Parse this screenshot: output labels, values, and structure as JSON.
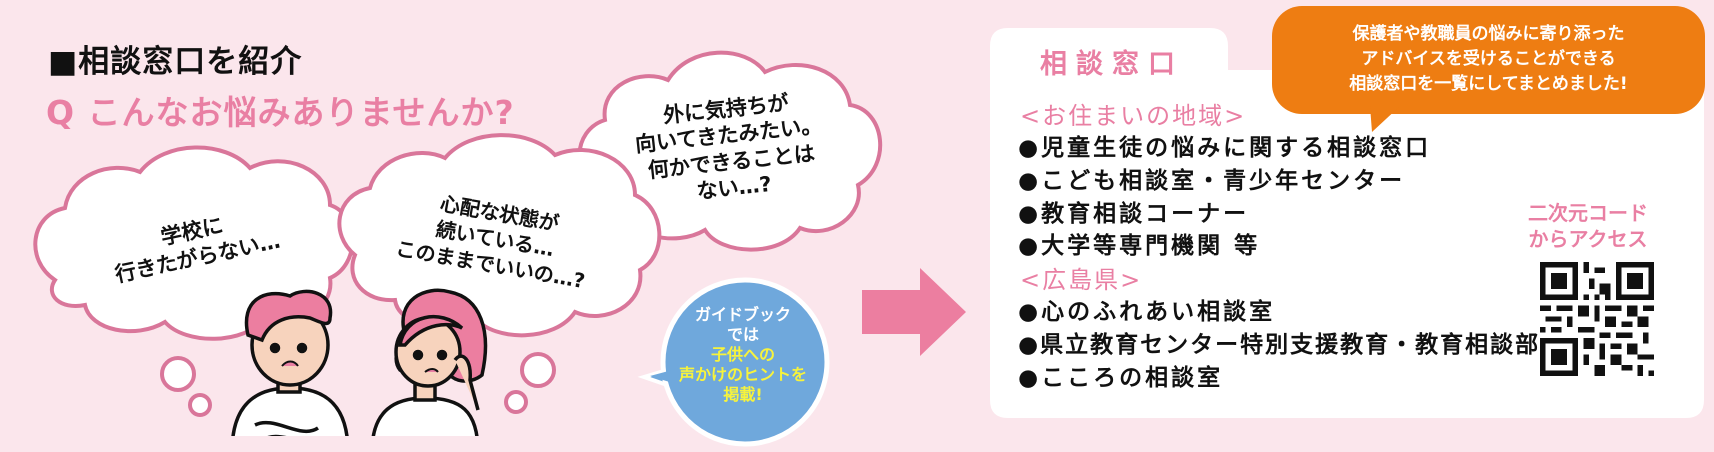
{
  "header": {
    "title": "■相談窓口を紹介",
    "question": "Q こんなお悩みありませんか?"
  },
  "thoughts": [
    {
      "lines": [
        "学校に",
        "行きたがらない…"
      ]
    },
    {
      "lines": [
        "心配な状態が",
        "続いている…",
        "このままでいいの…?"
      ]
    },
    {
      "lines": [
        "外に気持ちが",
        "向いてきたみたい。",
        "何かできることは",
        "ない…?"
      ]
    }
  ],
  "guidebook_bubble": {
    "line1": "ガイドブック",
    "line2": "では",
    "highlight_lines": [
      "子供への",
      "声かけのヒントを",
      "掲載!"
    ],
    "colors": {
      "fill": "#6fa8dc",
      "text": "#ffffff",
      "highlight": "#f7f33c"
    }
  },
  "arrow": {
    "icon": "right-arrow-icon",
    "color": "#ec7ea0"
  },
  "panel": {
    "title": "相談窓口",
    "sections": [
      {
        "label": "<お住まいの地域>",
        "items": [
          "●児童生徒の悩みに関する相談窓口",
          "●こども相談室・青少年センター",
          "●教育相談コーナー",
          "●大学等専門機関 等"
        ]
      },
      {
        "label": "<広島県>",
        "items": [
          "●心のふれあい相談室",
          "●県立教育センター特別支援教育・教育相談部",
          "●こころの相談室"
        ]
      }
    ],
    "qr_label": [
      "二次元コード",
      "からアクセス"
    ],
    "qr_icon": "qr-code-icon"
  },
  "callout": {
    "lines": [
      "保護者や教職員の悩みに寄り添った",
      "アドバイスを受けることができる",
      "相談窓口を一覧にしてまとめました!"
    ],
    "color": "#ee7d12"
  },
  "colors": {
    "background": "#fbe6ec",
    "accent_pink": "#e97fa3",
    "cloud_border": "#d9769a",
    "panel_bg": "#ffffff"
  }
}
